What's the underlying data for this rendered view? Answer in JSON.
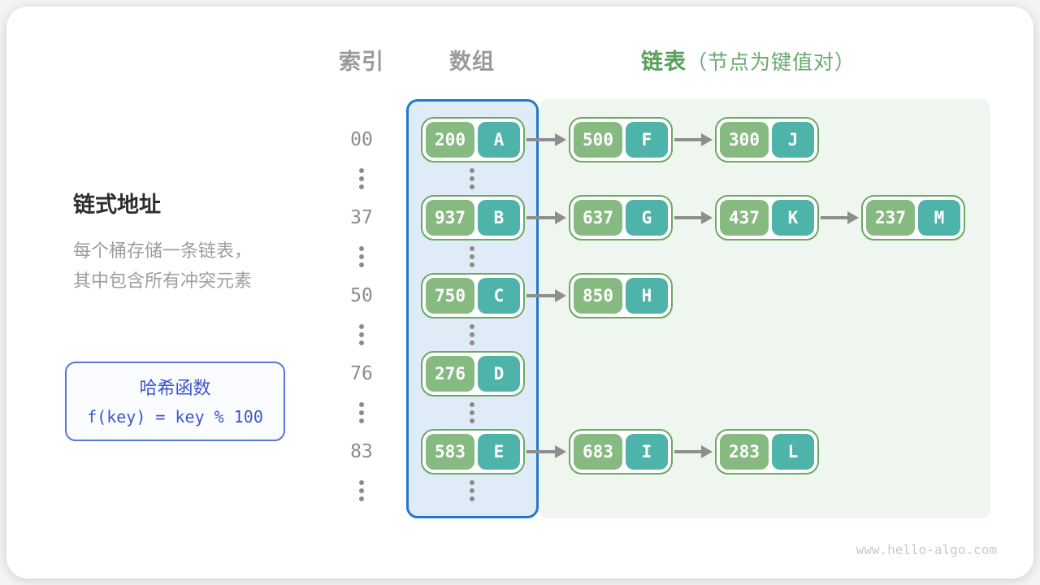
{
  "page": {
    "watermark": "www.hello-algo.com"
  },
  "headers": {
    "index": "索引",
    "array": "数组",
    "list": "链表",
    "list_note": "（节点为键值对）"
  },
  "left_panel": {
    "title": "链式地址",
    "desc_line1": "每个桶存储一条链表，",
    "desc_line2": "其中包含所有冲突元素",
    "hash_box": {
      "title": "哈希函数",
      "formula": "f(key) = key % 100"
    }
  },
  "rows": [
    {
      "index": "00",
      "chain": [
        {
          "key": "200",
          "value": "A"
        },
        {
          "key": "500",
          "value": "F"
        },
        {
          "key": "300",
          "value": "J"
        }
      ]
    },
    {
      "index": "37",
      "chain": [
        {
          "key": "937",
          "value": "B"
        },
        {
          "key": "637",
          "value": "G"
        },
        {
          "key": "437",
          "value": "K"
        },
        {
          "key": "237",
          "value": "M"
        }
      ]
    },
    {
      "index": "50",
      "chain": [
        {
          "key": "750",
          "value": "C"
        },
        {
          "key": "850",
          "value": "H"
        }
      ]
    },
    {
      "index": "76",
      "chain": [
        {
          "key": "276",
          "value": "D"
        }
      ]
    },
    {
      "index": "83",
      "chain": [
        {
          "key": "583",
          "value": "E"
        },
        {
          "key": "683",
          "value": "I"
        },
        {
          "key": "283",
          "value": "L"
        }
      ]
    }
  ],
  "colors": {
    "key_cell": "#87ba80",
    "value_cell": "#4eb3a8",
    "node_border": "#6aa961",
    "array_fill": "#dfecf8",
    "array_border": "#2478c8",
    "list_background": "#eff6ef",
    "header_gray": "#9a9a9a",
    "header_green": "#58a05a",
    "hash_blue": "#3b57cc",
    "arrow_gray": "#8e8e8e"
  }
}
